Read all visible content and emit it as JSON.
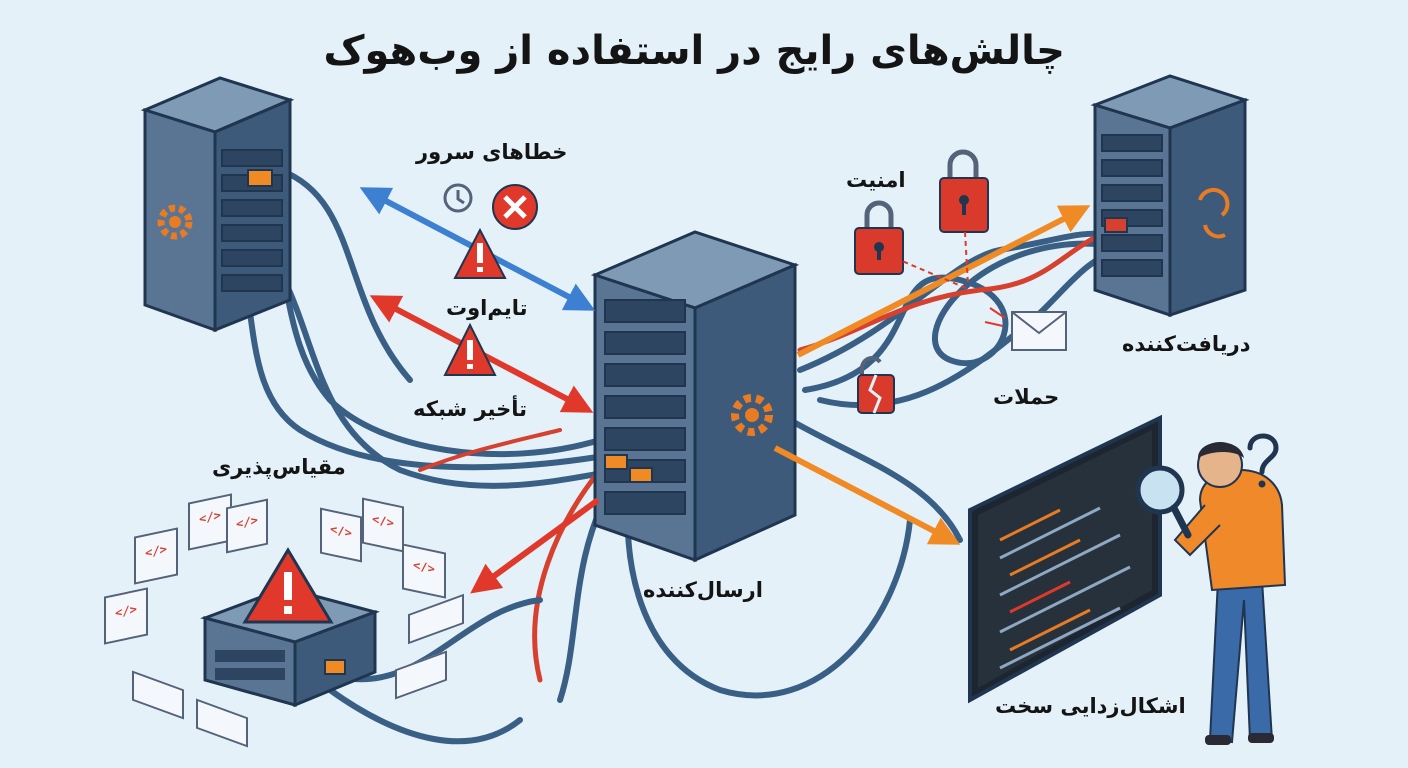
{
  "title": "چالش‌های رایج در استفاده از وب‌هوک",
  "labels": {
    "server_errors": "خطاهای سرور",
    "timeout": "تایم‌اوت",
    "network_delay": "تأخیر شبکه",
    "scalability": "مقیاس‌پذیری",
    "sender": "ارسال‌کننده",
    "security": "امنیت",
    "attacks": "حملات",
    "receiver": "دریافت‌کننده",
    "hard_debugging": "اشکال‌زدایی سخت"
  },
  "code_tag": "</>",
  "colors": {
    "background": "#e4f1f9",
    "server_body": "#5a7594",
    "server_side": "#3e5a7a",
    "server_top": "#7f9ab5",
    "warning_red": "#e0392b",
    "arrow_blue": "#3d7fd1",
    "arrow_orange": "#f08a24",
    "cable_blue": "#3a5f85",
    "cable_red": "#d6402e",
    "lock_red": "#d93a2c",
    "person_shirt": "#f0892a",
    "person_pants": "#3b6aa8",
    "screen_dark": "#27313b",
    "gear_orange": "#e97b23"
  },
  "icons": [
    "gear-icon",
    "warning-icon",
    "close-icon",
    "clock-icon",
    "padlock-icon",
    "broken-padlock-icon",
    "envelope-icon",
    "magnifier-icon",
    "question-mark-icon",
    "refresh-icon",
    "code-icon"
  ]
}
